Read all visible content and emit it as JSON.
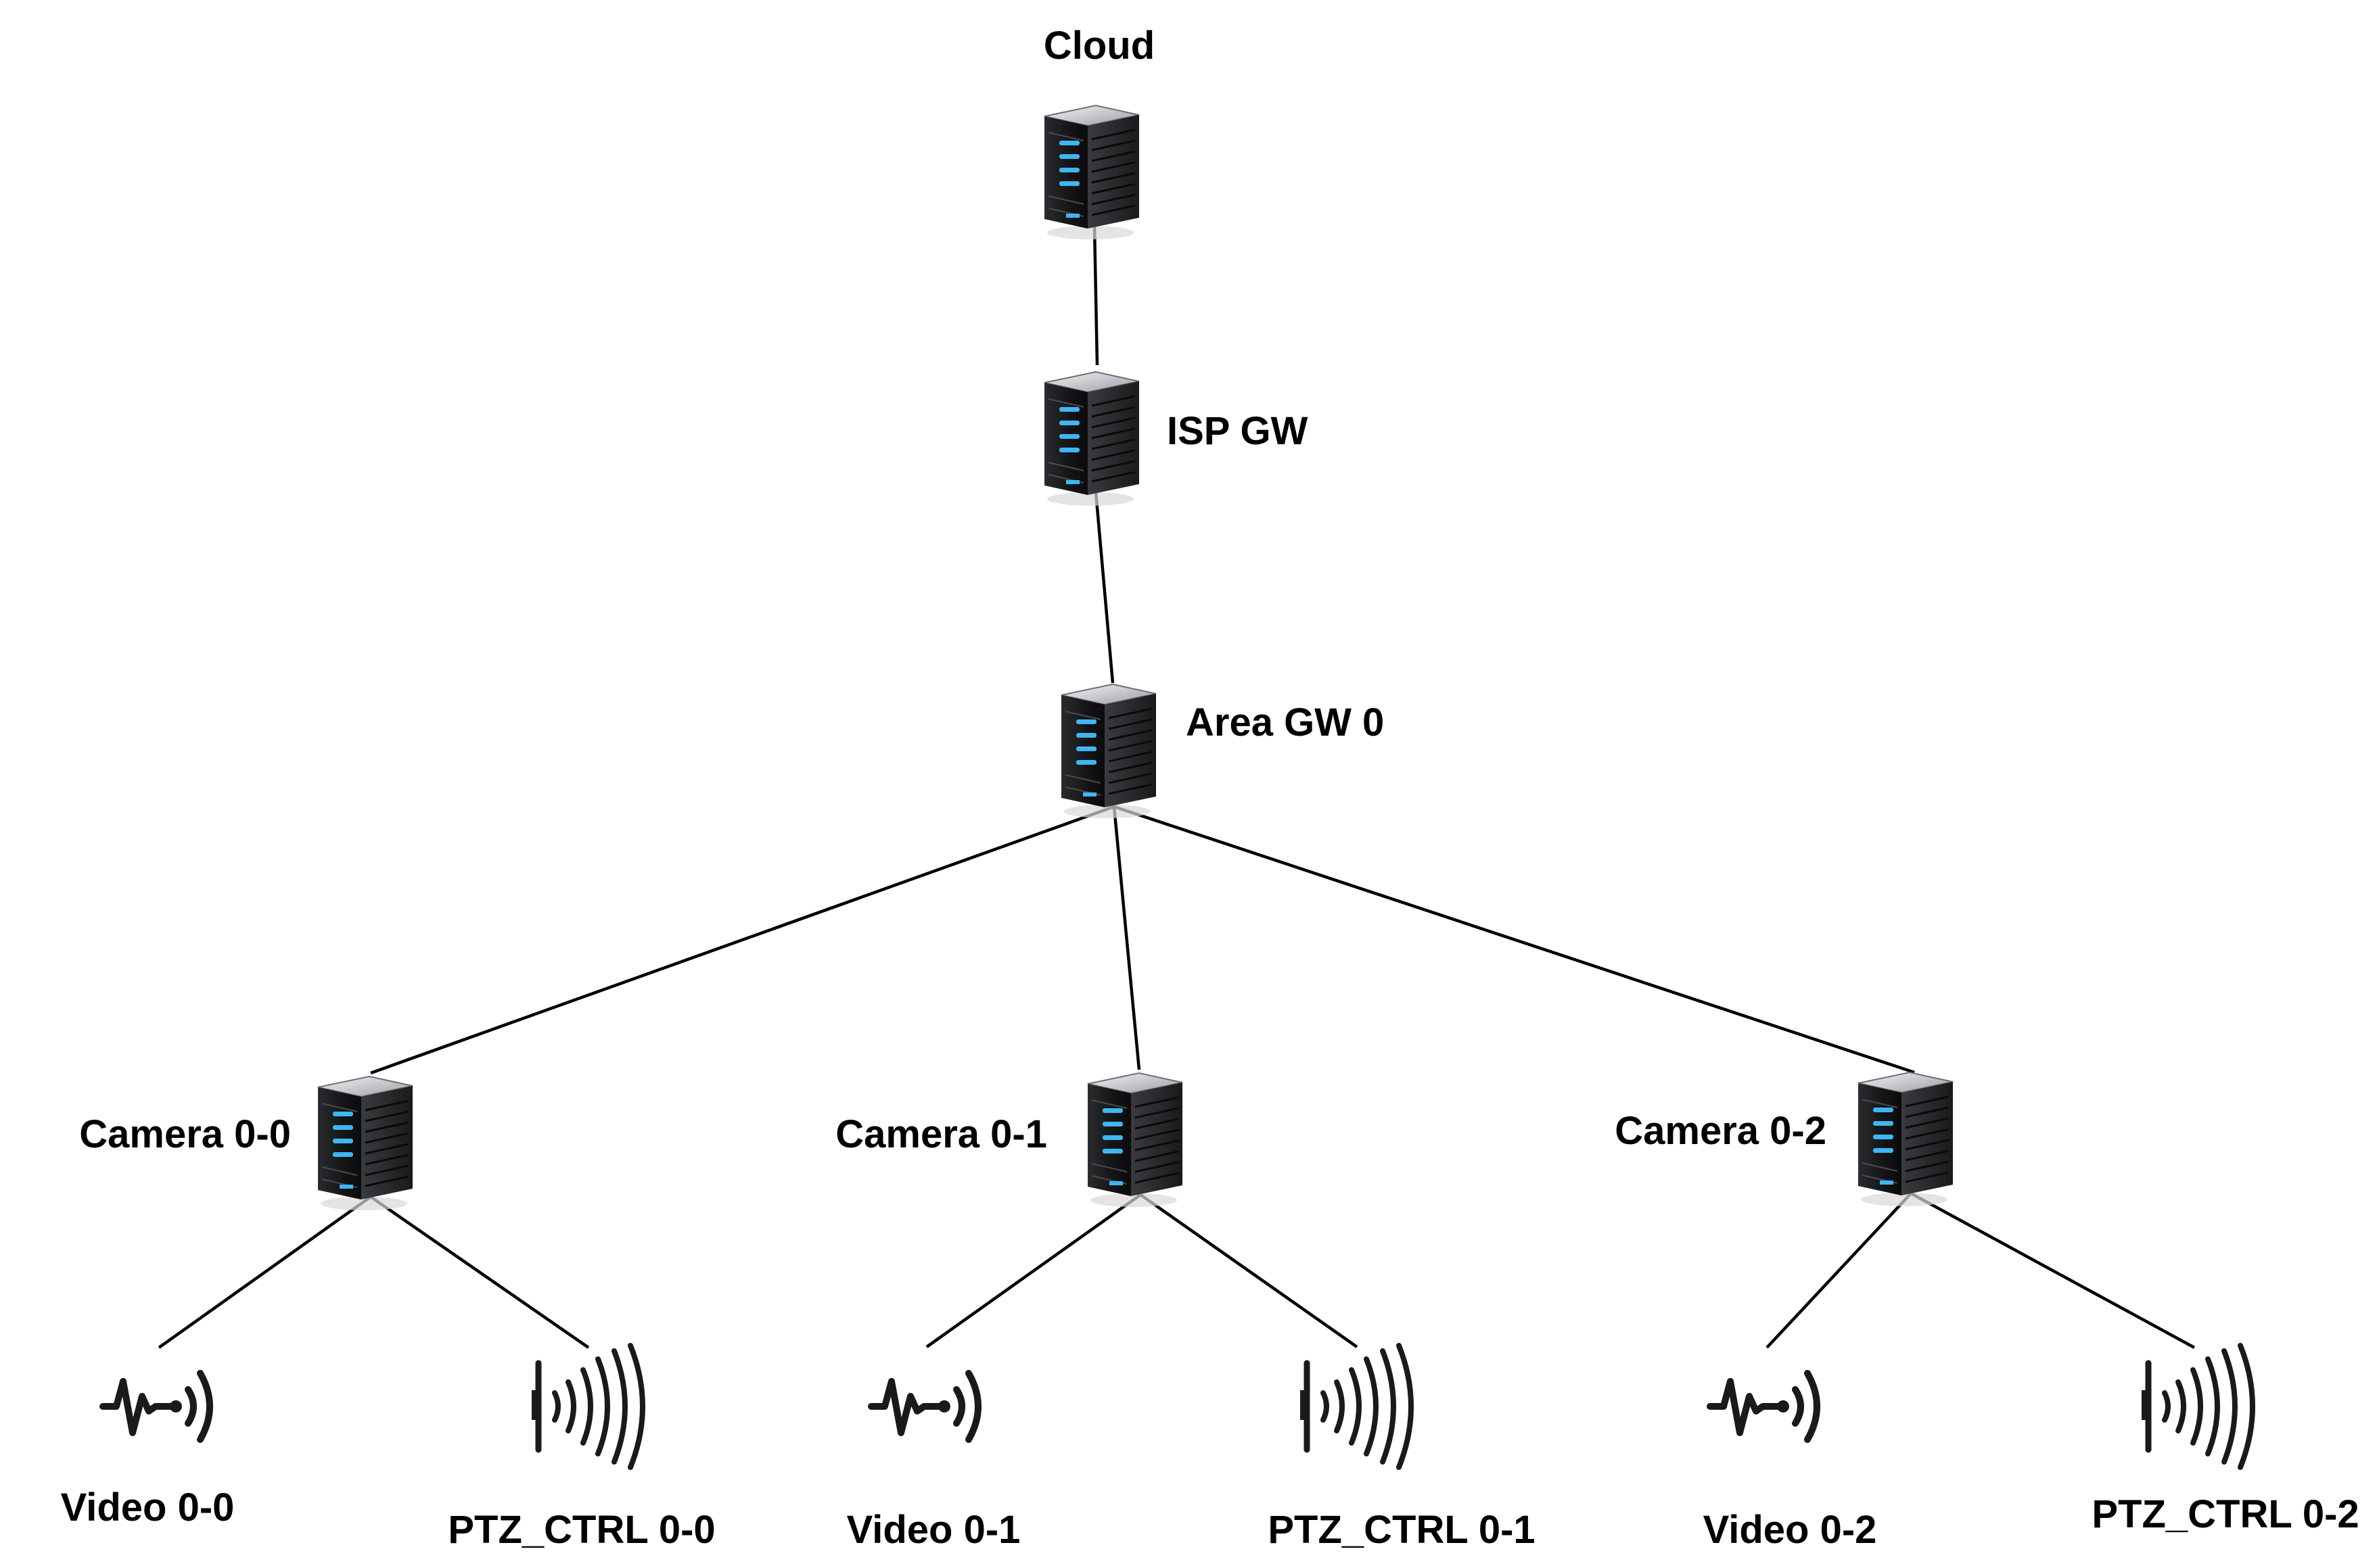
{
  "nodes": [
    {
      "id": "cloud",
      "label": "Cloud",
      "type": "server"
    },
    {
      "id": "isp-gw",
      "label": "ISP GW",
      "type": "server"
    },
    {
      "id": "area-gw-0",
      "label": "Area GW 0",
      "type": "server"
    },
    {
      "id": "camera-0-0",
      "label": "Camera 0-0",
      "type": "server"
    },
    {
      "id": "camera-0-1",
      "label": "Camera 0-1",
      "type": "server"
    },
    {
      "id": "camera-0-2",
      "label": "Camera 0-2",
      "type": "server"
    },
    {
      "id": "video-0-0",
      "label": "Video 0-0",
      "type": "sensor"
    },
    {
      "id": "ptz-ctrl-0-0",
      "label": "PTZ_CTRL 0-0",
      "type": "actuator"
    },
    {
      "id": "video-0-1",
      "label": "Video 0-1",
      "type": "sensor"
    },
    {
      "id": "ptz-ctrl-0-1",
      "label": "PTZ_CTRL 0-1",
      "type": "actuator"
    },
    {
      "id": "video-0-2",
      "label": "Video 0-2",
      "type": "sensor"
    },
    {
      "id": "ptz-ctrl-0-2",
      "label": "PTZ_CTRL 0-2",
      "type": "actuator"
    }
  ],
  "edges": [
    {
      "from": "cloud",
      "to": "isp-gw"
    },
    {
      "from": "isp-gw",
      "to": "area-gw-0"
    },
    {
      "from": "area-gw-0",
      "to": "camera-0-0"
    },
    {
      "from": "area-gw-0",
      "to": "camera-0-1"
    },
    {
      "from": "area-gw-0",
      "to": "camera-0-2"
    },
    {
      "from": "camera-0-0",
      "to": "video-0-0"
    },
    {
      "from": "camera-0-0",
      "to": "ptz-ctrl-0-0"
    },
    {
      "from": "camera-0-1",
      "to": "video-0-1"
    },
    {
      "from": "camera-0-1",
      "to": "ptz-ctrl-0-1"
    },
    {
      "from": "camera-0-2",
      "to": "video-0-2"
    },
    {
      "from": "camera-0-2",
      "to": "ptz-ctrl-0-2"
    }
  ],
  "icons": {
    "server": "server-icon",
    "sensor": "video-sensor-icon",
    "actuator": "ptz-actuator-icon"
  },
  "colors": {
    "server_body": "#1c1c1e",
    "server_accent": "#3fb6f2",
    "line": "#000000"
  }
}
